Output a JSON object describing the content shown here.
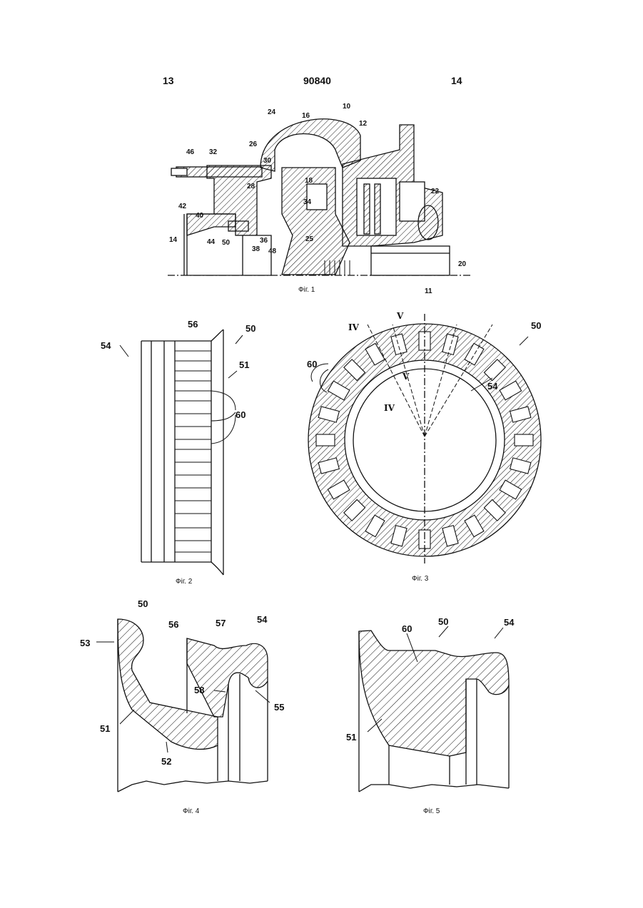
{
  "header": {
    "left_page": "13",
    "doc_number": "90840",
    "right_page": "14"
  },
  "figures": {
    "fig1": {
      "caption": "Фіг. 1",
      "labels": [
        "10",
        "12",
        "16",
        "24",
        "26",
        "32",
        "46",
        "30",
        "18",
        "28",
        "34",
        "22",
        "42",
        "40",
        "14",
        "44",
        "50",
        "36",
        "38",
        "48",
        "25",
        "20",
        "11"
      ]
    },
    "fig2": {
      "caption": "Фіг. 2",
      "labels": [
        "56",
        "50",
        "54",
        "51",
        "60"
      ]
    },
    "fig3": {
      "caption": "Фіг. 3",
      "labels": [
        "IV",
        "V",
        "50",
        "60",
        "V",
        "54",
        "IV"
      ]
    },
    "fig4": {
      "caption": "Фіг. 4",
      "labels": [
        "50",
        "56",
        "57",
        "54",
        "53",
        "58",
        "55",
        "51",
        "52"
      ]
    },
    "fig5": {
      "caption": "Фіг. 5",
      "labels": [
        "60",
        "50",
        "54",
        "51"
      ]
    }
  },
  "colors": {
    "ink": "#111111",
    "paper": "#ffffff"
  }
}
